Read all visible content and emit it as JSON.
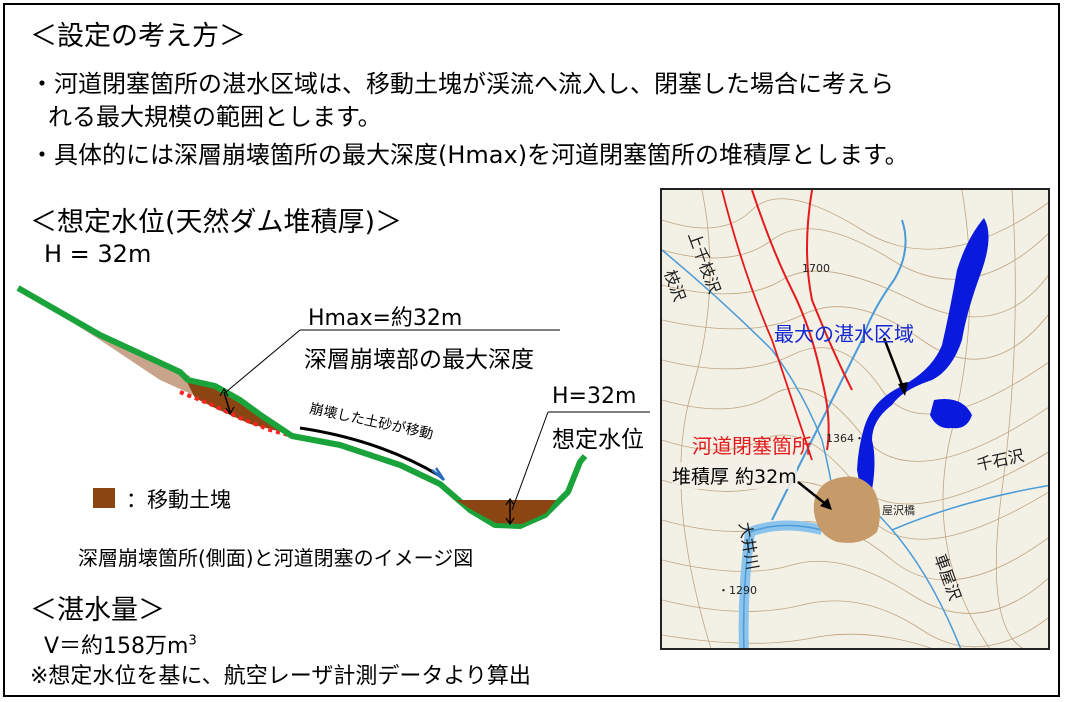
{
  "setting": {
    "heading": "＜設定の考え方＞",
    "bullet1_line1": "・河道閉塞箇所の湛水区域は、移動土塊が渓流へ流入し、閉塞した場合に考えら",
    "bullet1_line2": "れる最大規模の範囲とします。",
    "bullet2": "・具体的には深層崩壊箇所の最大深度(Hmax)を河道閉塞箇所の堆積厚とします。"
  },
  "level": {
    "heading": "＜想定水位(天然ダム堆積厚)＞",
    "value": "H = 32m"
  },
  "diagram": {
    "hmax_label": "Hmax=約32m",
    "hmax_desc": "深層崩壊部の最大深度",
    "flow_label": "崩壊した土砂が移動",
    "h_label": "H=32m",
    "h_desc": "想定水位",
    "legend_label": "：移動土塊",
    "caption": "深層崩壊箇所(側面)と河道閉塞のイメージ図",
    "colors": {
      "slope": "#1aa33a",
      "soil": "#8b4513",
      "collapse_fill": "#c8a58a",
      "failure_line": "#ff2020"
    }
  },
  "volume": {
    "heading": "＜湛水量＞",
    "value": "V＝約158万m",
    "unit_exp": "3",
    "note": "※想定水位を基に、航空レーザ計測データより算出"
  },
  "map": {
    "max_area_label": "最大の湛水区域",
    "blockage_label": "河道閉塞箇所",
    "thickness_label": "堆積厚 約32m",
    "river_kamichiedasawa": "上千枝沢",
    "river_chiishisawa": "千石沢",
    "river_oinogawa": "大井川",
    "river_eda": "枝沢",
    "river_kurusawa": "車屋沢",
    "elevation_1364": "1364・",
    "elevation_1290": "・1290",
    "elevation_1700": "1700",
    "bridge_label": "屋沢橋",
    "colors": {
      "water": "#0a1adc",
      "road": "#e41a1c",
      "river": "#4a9bd8",
      "deposit": "#c79a6a"
    }
  }
}
